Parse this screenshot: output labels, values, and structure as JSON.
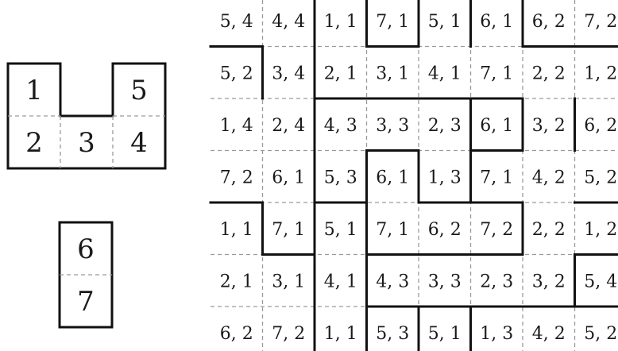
{
  "pieces": [
    {
      "name": "u-piece",
      "cells": [
        {
          "label": "1",
          "col": 0,
          "row": 0
        },
        {
          "label": "5",
          "col": 2,
          "row": 0
        },
        {
          "label": "2",
          "col": 0,
          "row": 1
        },
        {
          "label": "3",
          "col": 1,
          "row": 1
        },
        {
          "label": "4",
          "col": 2,
          "row": 1
        }
      ]
    },
    {
      "name": "bar-piece",
      "cells": [
        {
          "label": "6",
          "col": 0,
          "row": 0
        },
        {
          "label": "7",
          "col": 0,
          "row": 1
        }
      ]
    }
  ],
  "grid": {
    "rows": [
      [
        "5, 4",
        "4, 4",
        "1, 1",
        "7, 1",
        "5, 1",
        "6, 1",
        "6, 2",
        "7, 2"
      ],
      [
        "5, 2",
        "3, 4",
        "2, 1",
        "3, 1",
        "4, 1",
        "7, 1",
        "2, 2",
        "1, 2"
      ],
      [
        "1, 4",
        "2, 4",
        "4, 3",
        "3, 3",
        "2, 3",
        "6, 1",
        "3, 2",
        "6, 2"
      ],
      [
        "7, 2",
        "6, 1",
        "5, 3",
        "6, 1",
        "1, 3",
        "7, 1",
        "4, 2",
        "5, 2"
      ],
      [
        "1, 1",
        "7, 1",
        "5, 1",
        "7, 1",
        "6, 2",
        "7, 2",
        "2, 2",
        "1, 2"
      ],
      [
        "2, 1",
        "3, 1",
        "4, 1",
        "4, 3",
        "3, 3",
        "2, 3",
        "3, 2",
        "5, 4"
      ],
      [
        "6, 2",
        "7, 2",
        "1, 1",
        "5, 3",
        "5, 1",
        "1, 3",
        "4, 2",
        "5, 2"
      ]
    ]
  }
}
